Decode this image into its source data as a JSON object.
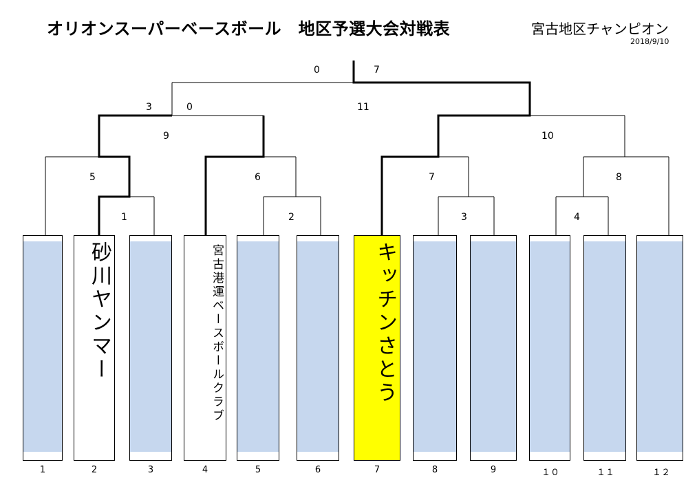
{
  "title": "オリオンスーパーベースボール　地区予選大会対戦表",
  "champion": "宮古地区チャンピオン",
  "date": "2018/9/10",
  "teams": [
    {
      "num": "1",
      "name": ""
    },
    {
      "num": "2",
      "name": "砂川ヤンマー"
    },
    {
      "num": "3",
      "name": ""
    },
    {
      "num": "4",
      "name": "宮古港運ベースボールクラブ"
    },
    {
      "num": "5",
      "name": ""
    },
    {
      "num": "6",
      "name": ""
    },
    {
      "num": "7",
      "name": "キッチンさとう"
    },
    {
      "num": "8",
      "name": ""
    },
    {
      "num": "9",
      "name": ""
    },
    {
      "num": "１０",
      "name": ""
    },
    {
      "num": "１１",
      "name": ""
    },
    {
      "num": "１２",
      "name": ""
    }
  ],
  "scores": {
    "final_left": "0",
    "final_right": "7",
    "semi1_left": "3",
    "semi1_right": "0",
    "m11": "11",
    "m9": "9",
    "m10": "10",
    "m5": "5",
    "m6": "6",
    "m7": "7",
    "m8": "8",
    "m1": "1",
    "m2": "2",
    "m3": "3",
    "m4": "4"
  },
  "colors": {
    "empty_fill": "#c6d7ee",
    "winner_fill": "#ffff00",
    "line": "#000000"
  }
}
